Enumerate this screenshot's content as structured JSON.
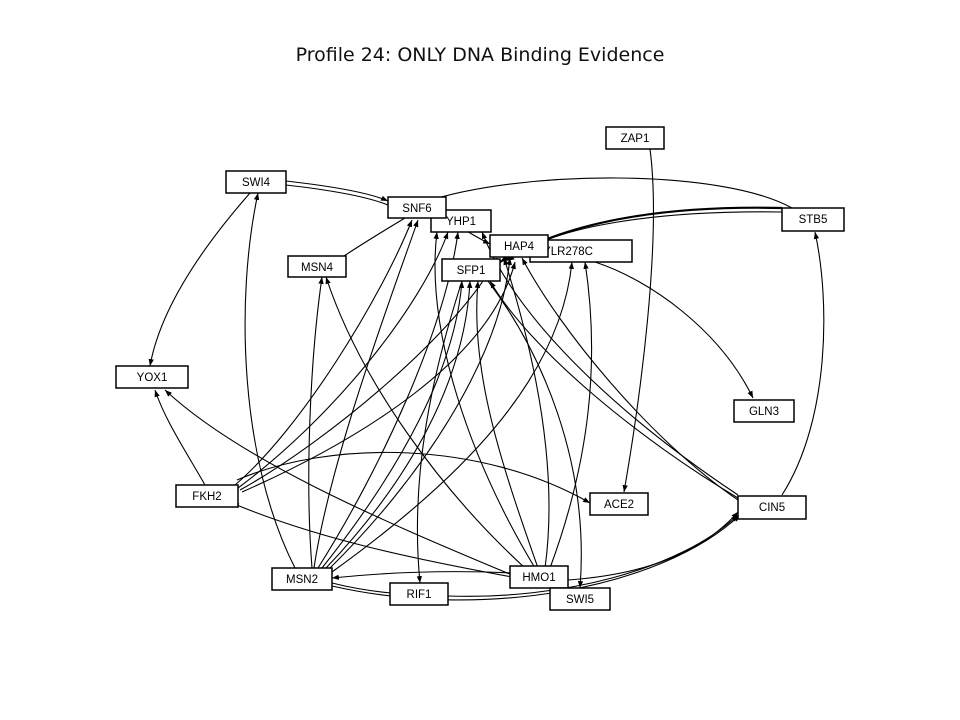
{
  "title": "Profile 24: ONLY DNA Binding Evidence",
  "nodes": {
    "zap1": "ZAP1",
    "swi4": "SWI4",
    "snf6": "SNF6",
    "yhp1": "YHP1",
    "hap4": "HAP4",
    "ylr278c": "YLR278C",
    "stb5": "STB5",
    "msn4": "MSN4",
    "sfp1": "SFP1",
    "yox1": "YOX1",
    "gln3": "GLN3",
    "fkh2": "FKH2",
    "ace2": "ACE2",
    "cin5": "CIN5",
    "msn2": "MSN2",
    "hmo1": "HMO1",
    "rif1": "RIF1",
    "swi5": "SWI5"
  },
  "edges": [
    {
      "from": "ZAP1",
      "to": "ACE2"
    },
    {
      "from": "SWI4",
      "to": "SNF6"
    },
    {
      "from": "SWI4",
      "to": "YOX1"
    },
    {
      "from": "SNF6",
      "to": "MSN4"
    },
    {
      "from": "STB5",
      "to": "SNF6"
    },
    {
      "from": "STB5",
      "to": "SFP1"
    },
    {
      "from": "YLR278C",
      "to": "GLN3"
    },
    {
      "from": "FKH2",
      "to": "YOX1"
    },
    {
      "from": "FKH2",
      "to": "SNF6"
    },
    {
      "from": "FKH2",
      "to": "YHP1"
    },
    {
      "from": "FKH2",
      "to": "HAP4"
    },
    {
      "from": "FKH2",
      "to": "ACE2"
    },
    {
      "from": "FKH2",
      "to": "YLR278C"
    },
    {
      "from": "MSN2",
      "to": "SWI4"
    },
    {
      "from": "MSN2",
      "to": "MSN4"
    },
    {
      "from": "MSN2",
      "to": "YHP1"
    },
    {
      "from": "MSN2",
      "to": "SFP1"
    },
    {
      "from": "MSN2",
      "to": "HAP4"
    },
    {
      "from": "MSN2",
      "to": "YLR278C"
    },
    {
      "from": "MSN2",
      "to": "SNF6"
    },
    {
      "from": "MSN2",
      "to": "CIN5"
    },
    {
      "from": "HMO1",
      "to": "MSN2"
    },
    {
      "from": "HMO1",
      "to": "YOX1"
    },
    {
      "from": "HMO1",
      "to": "FKH2"
    },
    {
      "from": "HMO1",
      "to": "MSN4"
    },
    {
      "from": "HMO1",
      "to": "YHP1"
    },
    {
      "from": "HMO1",
      "to": "SFP1"
    },
    {
      "from": "HMO1",
      "to": "HAP4"
    },
    {
      "from": "HMO1",
      "to": "SWI5"
    },
    {
      "from": "HMO1",
      "to": "CIN5"
    },
    {
      "from": "CIN5",
      "to": "STB5"
    },
    {
      "from": "CIN5",
      "to": "YHP1"
    },
    {
      "from": "CIN5",
      "to": "SFP1"
    },
    {
      "from": "CIN5",
      "to": "HAP4"
    },
    {
      "from": "SFP1",
      "to": "RIF1"
    },
    {
      "from": "SFP1",
      "to": "SWI5"
    },
    {
      "from": "SNF6",
      "to": "STB5"
    },
    {
      "from": "YHP1",
      "to": "HAP4"
    },
    {
      "from": "RIF1",
      "to": "CIN5"
    }
  ]
}
